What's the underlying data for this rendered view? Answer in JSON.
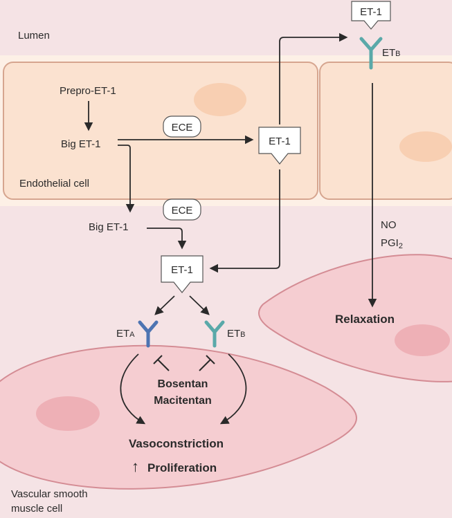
{
  "regions": {
    "lumen": "Lumen",
    "endothelial_cell": "Endothelial cell",
    "vsmc_line1": "Vascular smooth",
    "vsmc_line2": "muscle cell"
  },
  "labels": {
    "prepro": "Prepro-ET-1",
    "big_et1_top": "Big ET-1",
    "big_et1_bottom": "Big ET-1",
    "ece_top": "ECE",
    "ece_bottom": "ECE",
    "et1_top": "ET-1",
    "et1_mid": "ET-1",
    "et1_bottom": "ET-1",
    "no": "NO",
    "pgi_main": "PGI",
    "pgi_sub": "2",
    "relaxation": "Relaxation",
    "bosentan": "Bosentan",
    "macitentan": "Macitentan",
    "vasoconstriction": "Vasoconstriction",
    "proliferation": "Proliferation",
    "proliferation_arrow": "↑"
  },
  "receptors": {
    "eta_main": "ET",
    "eta_sub": "A",
    "etb_main": "ET",
    "etb_sub": "B",
    "etb_top_main": "ET",
    "etb_top_sub": "B"
  },
  "colors": {
    "background": "#f5e3e5",
    "endothelial_band": "#fdf0e6",
    "endothelial_cell": "#fbe2d0",
    "cell_border": "#d6a58f",
    "nucleus_endo": "#f8cfb2",
    "smc_cell": "#f5cdd1",
    "smc_border": "#d48c94",
    "nucleus_smc": "#eeb0b6",
    "receptor_eta": "#4d74b2",
    "receptor_etb": "#5aa9a9",
    "arrow": "#2a2a2a"
  }
}
